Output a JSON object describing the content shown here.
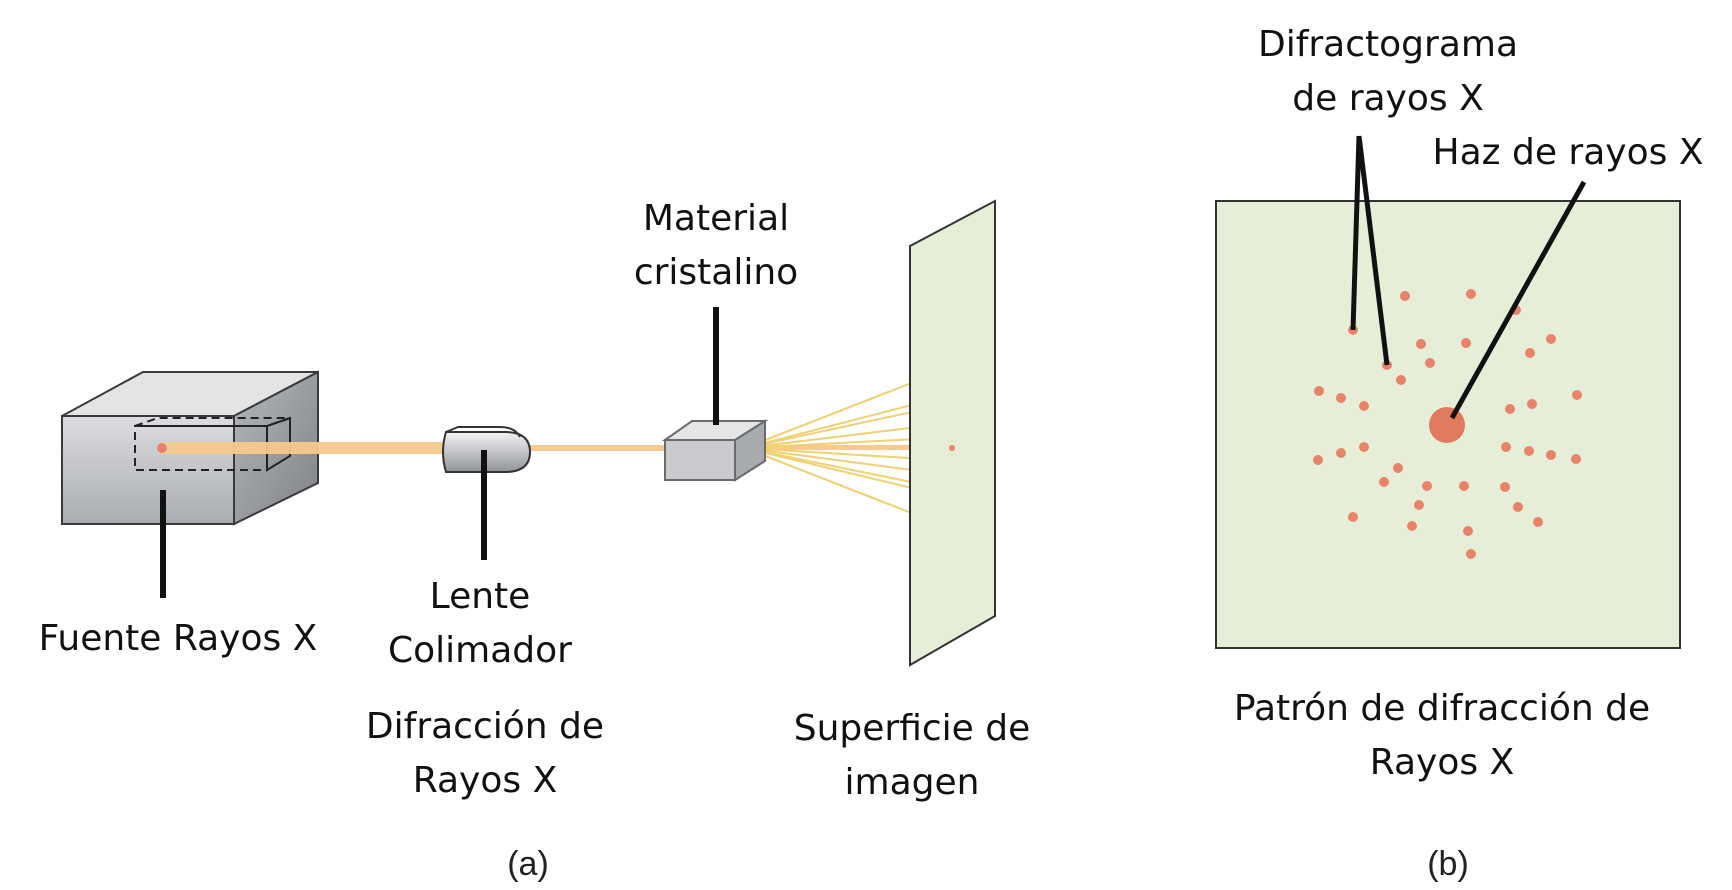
{
  "panel_a": {
    "source_label": "Fuente Rayos X",
    "lens_label_line1": "Lente",
    "lens_label_line2": "Colimador",
    "crystal_label_line1": "Material",
    "crystal_label_line2": "cristalino",
    "title_line1": "Difracción de",
    "title_line2": "Rayos X",
    "screen_label_line1": "Superficie de",
    "screen_label_line2": "imagen",
    "caption": "(a)"
  },
  "panel_b": {
    "pattern_label_line1": "Difractograma",
    "pattern_label_line2": "de rayos X",
    "beam_label": "Haz de rayos X",
    "title_line1": "Patrón de difracción de",
    "title_line2": "Rayos X",
    "caption": "(b)"
  },
  "colors": {
    "beam": "#f5c98f",
    "rays": "#f0d070",
    "spot": "#e8836a",
    "screen_fill": "#e6eed8",
    "box_front": "#c8cacd",
    "box_top": "#e2e3e5",
    "box_side": "#9ea1a5"
  }
}
